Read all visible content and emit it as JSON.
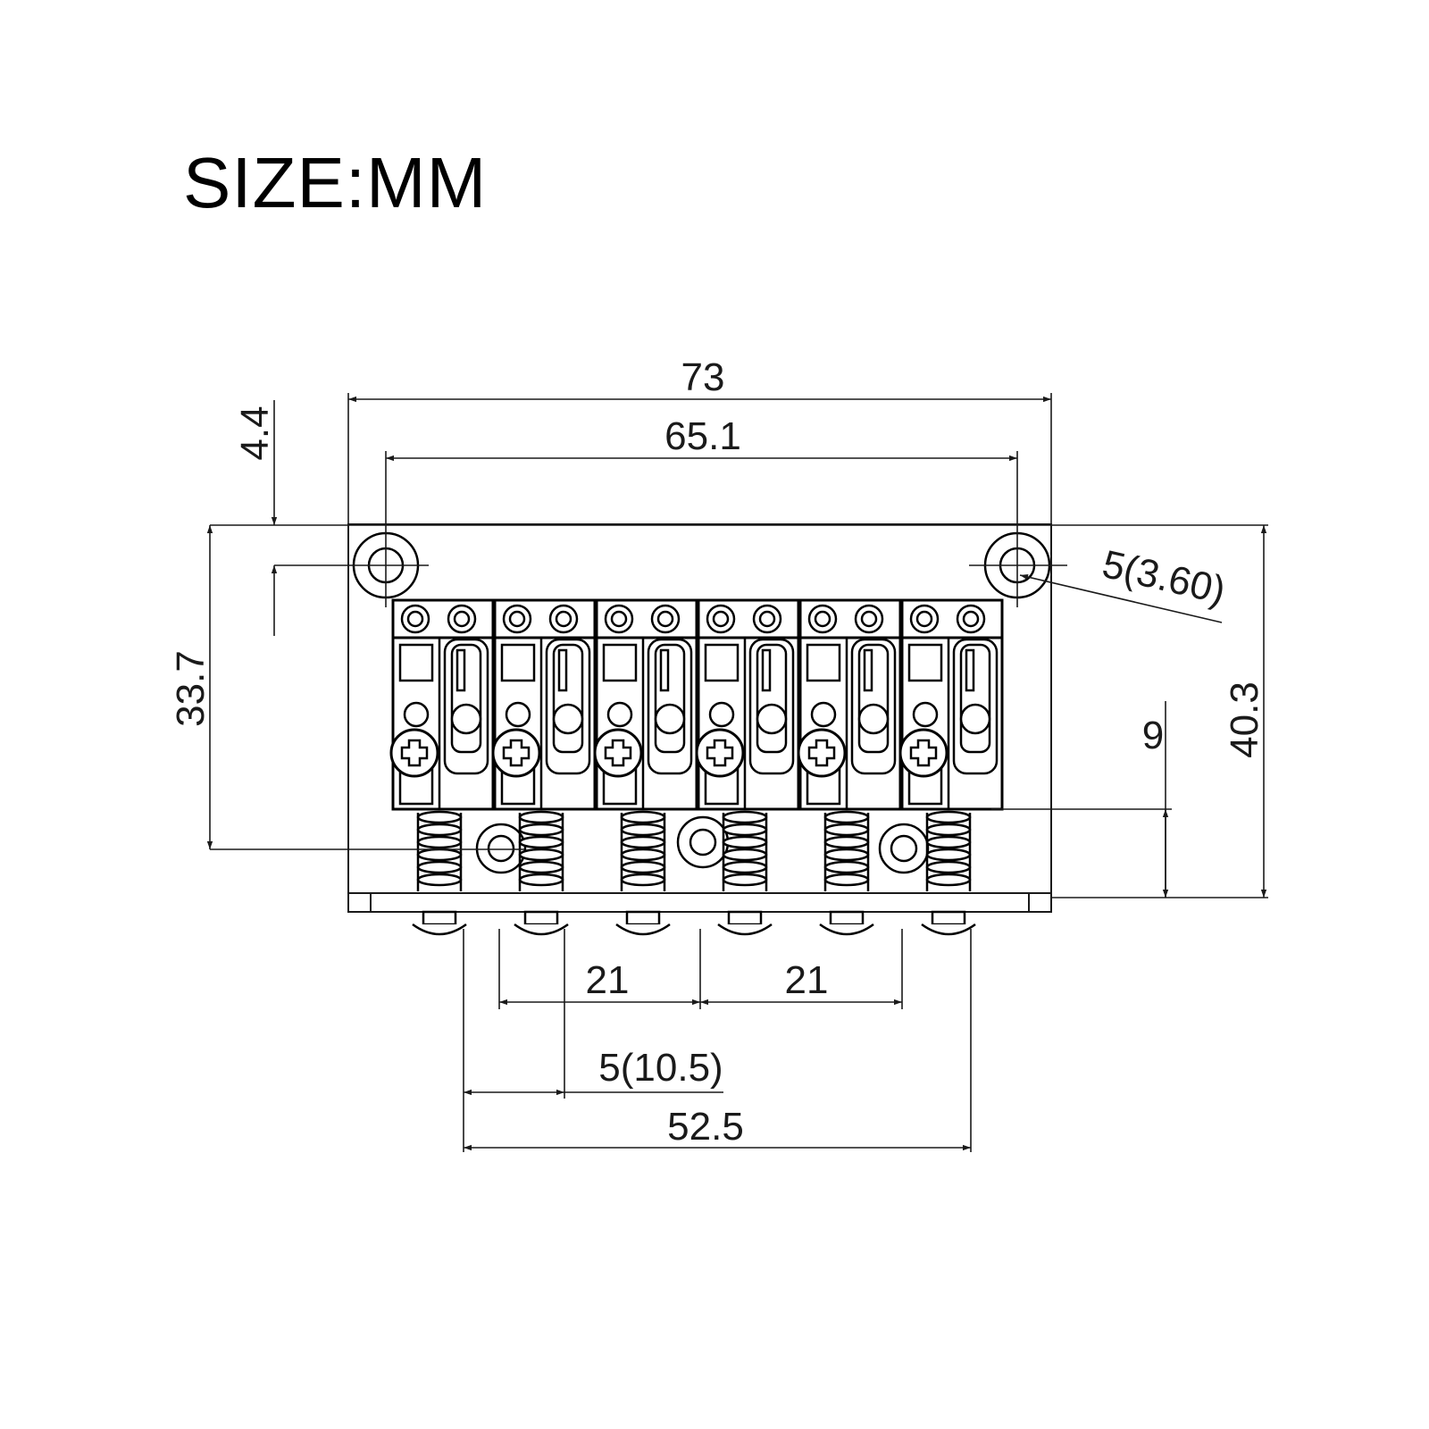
{
  "title": "SIZE:MM",
  "colors": {
    "line": "#1a1a1a",
    "background": "#ffffff"
  },
  "dimensions": {
    "overall_width": "73",
    "mount_hole_spacing": "65.1",
    "hole_offset_top": "4.4",
    "hole_diameter": "5(3.60)",
    "height_to_screws": "33.7",
    "overall_height": "40.3",
    "spring_height": "9",
    "pitch_left": "21",
    "pitch_right": "21",
    "string_spacing": "5(10.5)",
    "outer_string_span": "52.5"
  }
}
